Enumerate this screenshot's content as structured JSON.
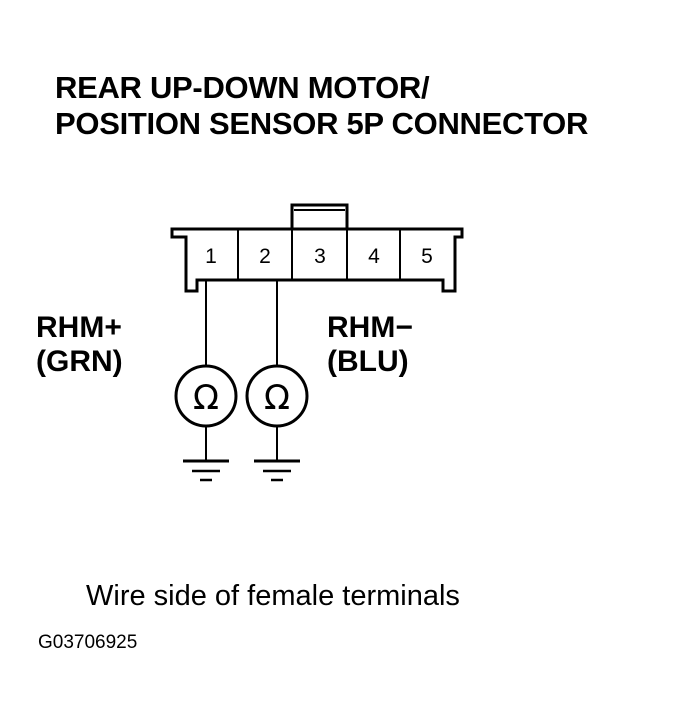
{
  "title": {
    "line1": "REAR UP-DOWN MOTOR/",
    "line2": "POSITION SENSOR 5P CONNECTOR"
  },
  "connector": {
    "pins": [
      "1",
      "2",
      "3",
      "4",
      "5"
    ]
  },
  "wires": {
    "left": {
      "name": "RHM+",
      "color": "(GRN)"
    },
    "right": {
      "name": "RHM−",
      "color": "(BLU)"
    }
  },
  "meter_symbol": "Ω",
  "caption": "Wire side of female terminals",
  "figure_id": "G03706925"
}
